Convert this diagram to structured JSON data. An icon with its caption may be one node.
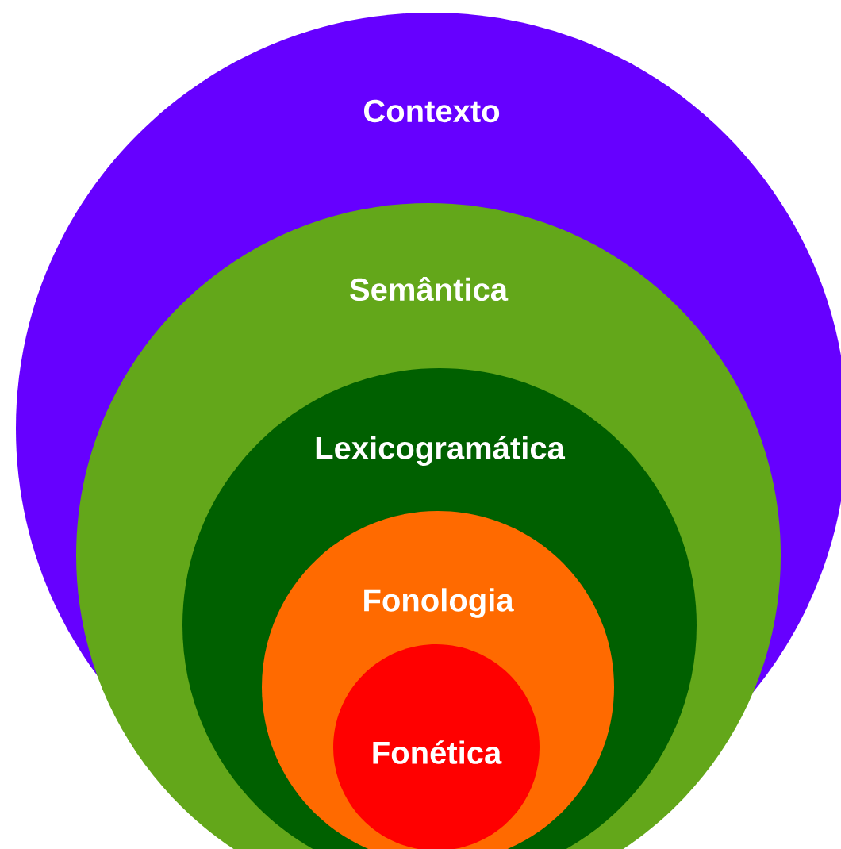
{
  "diagram": {
    "nodes": [
      {
        "text": [
          "Contexto"
        ]
      },
      {
        "text": [
          "Semântica"
        ],
        "in": 0
      },
      {
        "text": [
          "Lexicogramática"
        ],
        "in": 1
      },
      {
        "text": [
          "Fonologia"
        ],
        "in": 2
      },
      {
        "text": [
          "Fonética"
        ],
        "in": 3
      }
    ]
  }
}
